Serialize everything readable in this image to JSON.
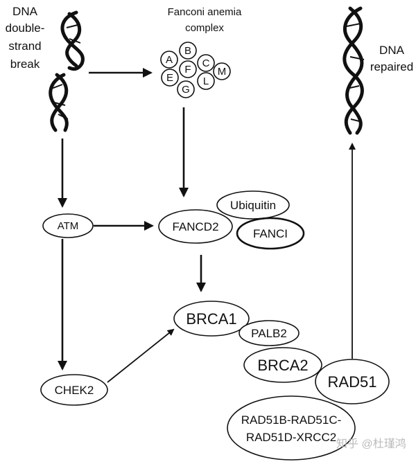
{
  "labels": {
    "dsb_line1": "DNA",
    "dsb_line2": "double-",
    "dsb_line3": "strand",
    "dsb_line4": "break",
    "fa_line1": "Fanconi anemia",
    "fa_line2": "complex",
    "repaired_line1": "DNA",
    "repaired_line2": "repaired"
  },
  "fa_subunits": [
    "A",
    "B",
    "C",
    "M",
    "F",
    "E",
    "L",
    "G"
  ],
  "nodes": {
    "atm": "ATM",
    "fancd2": "FANCD2",
    "ubiquitin": "Ubiquitin",
    "fanci": "FANCI",
    "brca1": "BRCA1",
    "palb2": "PALB2",
    "brca2": "BRCA2",
    "rad51": "RAD51",
    "chek2": "CHEK2",
    "rad51_paralogs_line1": "RAD51B-RAD51C-",
    "rad51_paralogs_line2": "RAD51D-XRCC2"
  },
  "watermark": "知乎 @杜瑾鸿"
}
